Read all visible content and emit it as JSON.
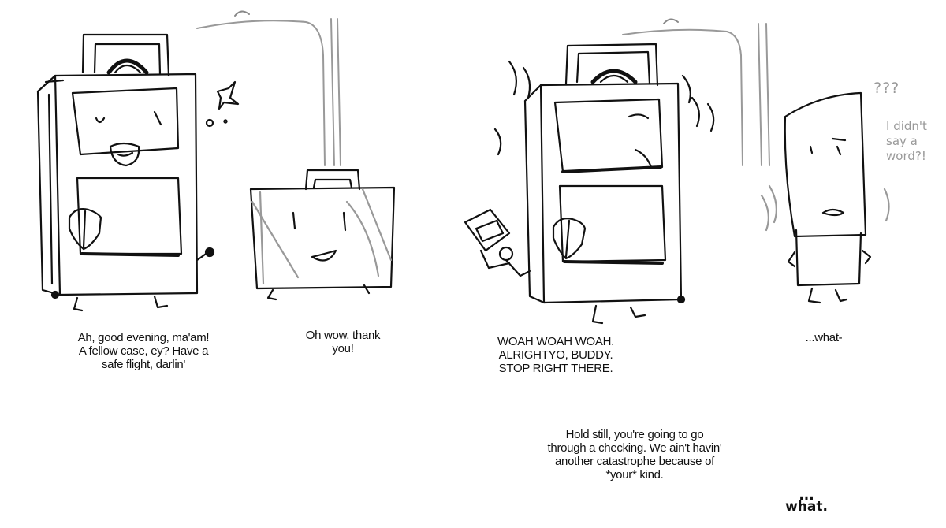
{
  "panels": [
    {
      "caption": "Ah, good evening, ma'am!\nA fellow case, ey? Have a\nsafe flight, darlin'"
    },
    {
      "caption": "Oh wow, thank\nyou!"
    },
    {
      "caption": "WOAH WOAH WOAH.\nALRIGHTYO, BUDDY.\nSTOP RIGHT THERE."
    },
    {
      "caption": "...what-"
    }
  ],
  "scribbles": {
    "question_marks": "???",
    "thought": "I didn't\nsay a\nword?!"
  },
  "bottom_captions": {
    "guard_line": "Hold still, you're going to go\nthrough a checking. We ain't havin'\nanother catastrophe because of\n*your* kind.",
    "what_line": "...\nwhat."
  }
}
